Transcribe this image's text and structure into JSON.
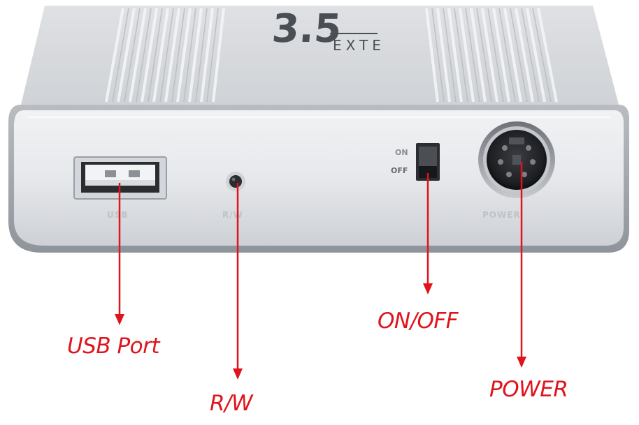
{
  "device": {
    "top_logo_number": "3.5",
    "top_logo_text": "EXTE",
    "port_labels": {
      "usb": "USB",
      "rw": "R/W",
      "switch_on": "ON",
      "switch_off": "OFF",
      "power": "POWER"
    }
  },
  "callouts": {
    "usb_port": "USB Port",
    "rw": "R/W",
    "on_off": "ON/OFF",
    "power": "POWER"
  },
  "colors": {
    "callout_red": "#e0141c",
    "aluminum_light": "#e4e6e9",
    "aluminum_mid": "#c9ccd1",
    "aluminum_dark": "#9ea2a8"
  }
}
